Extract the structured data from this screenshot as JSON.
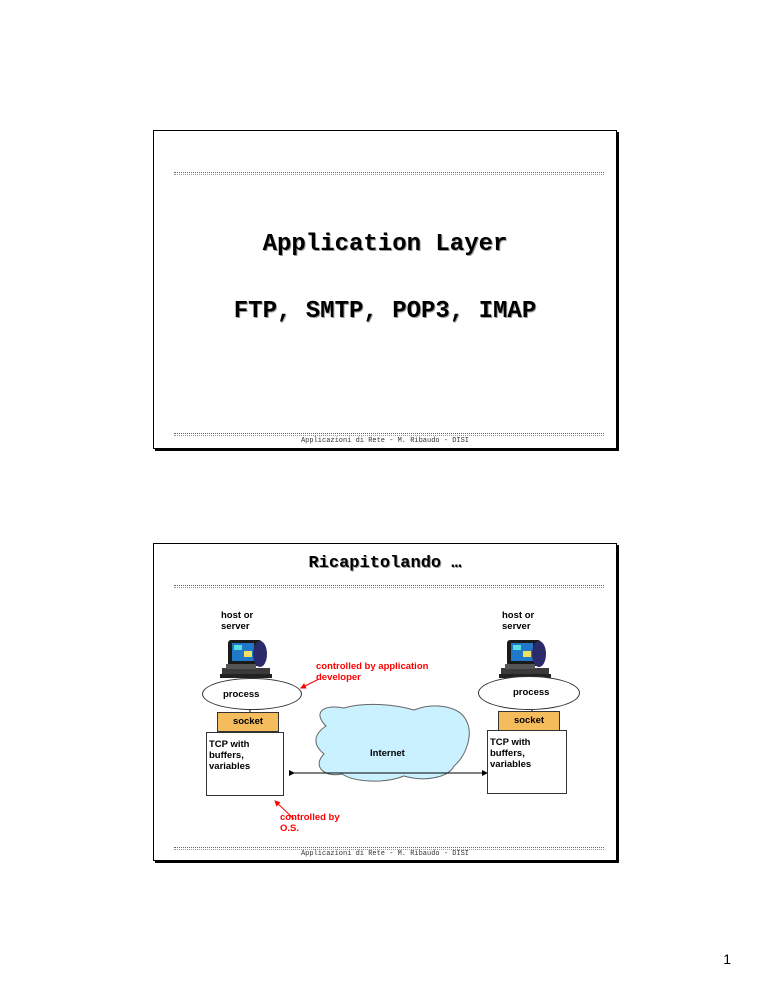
{
  "slide1": {
    "title": "Application Layer",
    "subtitle": "FTP, SMTP, POP3, IMAP",
    "footer": "Applicazioni di Rete - M. Ribaudo - DISI"
  },
  "slide2": {
    "title": "Ricapitolando …",
    "left_host": "host or server",
    "right_host": "host or server",
    "annot_developer": "controlled by application developer",
    "process_left": "process",
    "process_right": "process",
    "socket_left": "socket",
    "socket_right": "socket",
    "tcp_left": "TCP with buffers, variables",
    "tcp_right": "TCP with buffers, variables",
    "internet": "Internet",
    "annot_os": "controlled by O.S.",
    "footer": "Applicazioni di Rete - M. Ribaudo - DISI"
  },
  "page_number": "1",
  "colors": {
    "socket_fill": "#f5bc5c",
    "cloud_fill": "#c9f1ff",
    "annotation": "#ff0000"
  },
  "icons": [
    "computer-icon"
  ]
}
